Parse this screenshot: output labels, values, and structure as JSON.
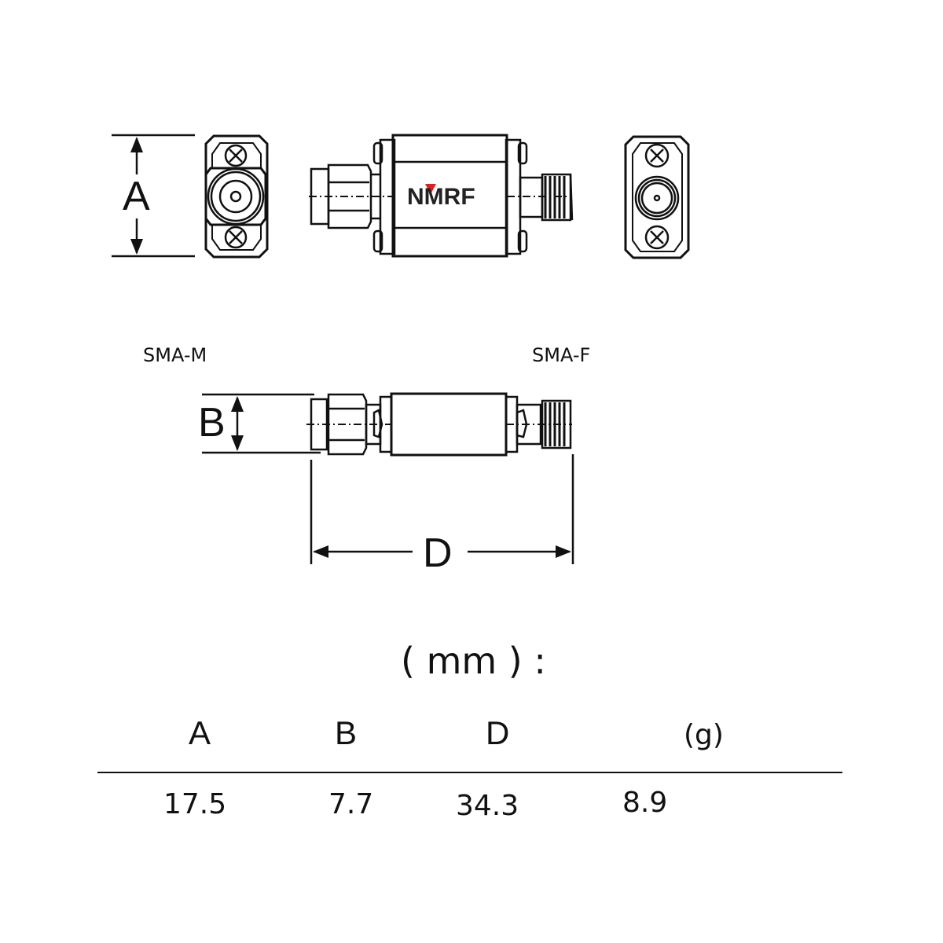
{
  "drawing": {
    "logo": "NMRF",
    "logo_accent_color": "#e02020",
    "connector_left": "SMA-M",
    "connector_right": "SMA-F",
    "dimension_labels": {
      "A": "A",
      "B": "B",
      "D": "D"
    }
  },
  "spec_table": {
    "unit_label": "( mm ) :",
    "columns": [
      "A",
      "B",
      "D",
      "(g)"
    ],
    "rows": [
      [
        "17.5",
        "7.7",
        "34.3",
        "8.9"
      ]
    ]
  }
}
